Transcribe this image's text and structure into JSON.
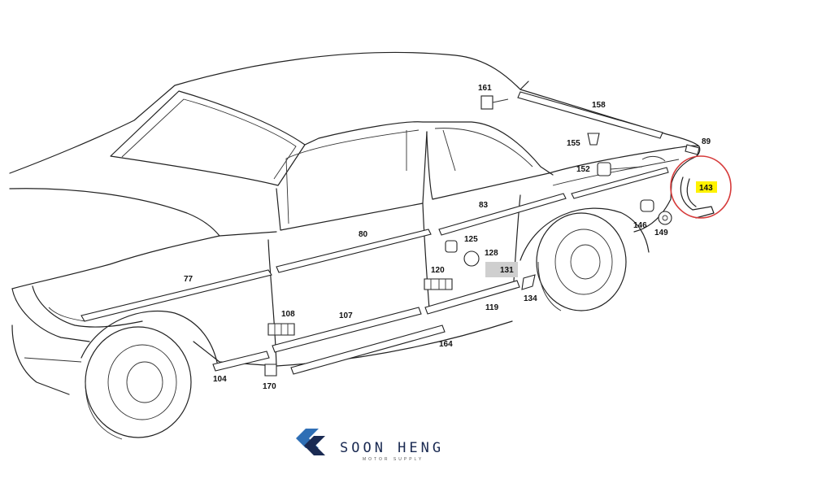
{
  "diagram": {
    "parts": [
      "161",
      "158",
      "155",
      "89",
      "152",
      "143",
      "83",
      "125",
      "146",
      "149",
      "128",
      "131",
      "120",
      "80",
      "77",
      "108",
      "107",
      "119",
      "134",
      "164",
      "104",
      "170"
    ],
    "highlighted_part": "143",
    "boxed_part": "131",
    "colors": {
      "highlight_fill": "#fff200",
      "circle_stroke": "#d63a3a",
      "boxed_fill": "#cfcfcf",
      "line": "#222222"
    }
  },
  "brand": {
    "name": "SOON HENG",
    "subtitle": "MOTOR SUPPLY",
    "logo_icon": "soon-heng-logo-icon",
    "logo_color": "#1a2a52",
    "logo_accent": "#2f6fb5"
  }
}
